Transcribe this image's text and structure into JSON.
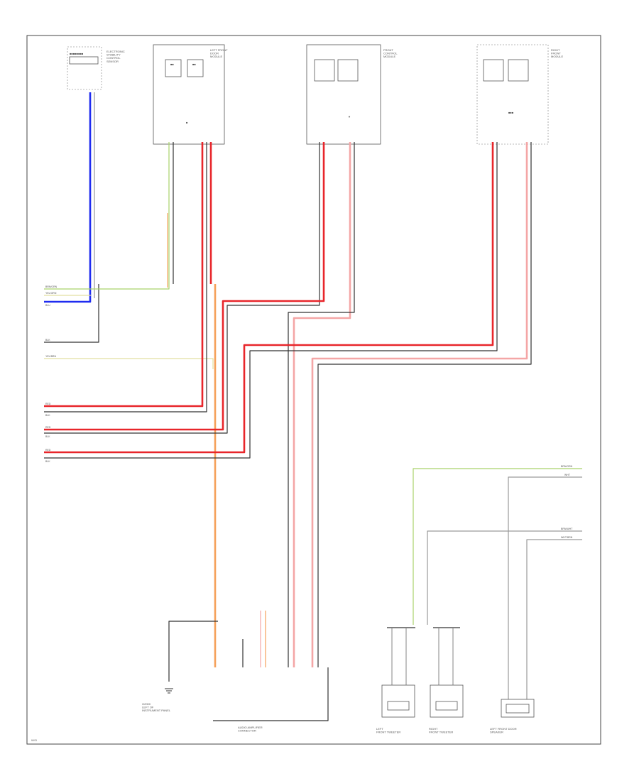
{
  "page_label": "W/O",
  "components": {
    "sensor": {
      "label": "ELECTRONIC\nSTABILITY\nCONTROL\nSENSOR"
    },
    "front_left_module": {
      "label": "LEFT FRONT\nDOOR\nMODULE"
    },
    "center_module": {
      "label": "FRONT\nCONTROL\nMODULE"
    },
    "right_module": {
      "label": "RIGHT\nFRONT\nMODULE"
    },
    "ground_point": {
      "label": "G2000\nLEFT OF\nINSTRUMENT PANEL"
    },
    "amplifier": {
      "label": "AUDIO AMPLIFIER\nCONNECTOR"
    },
    "left_speaker": {
      "label": "LEFT\nFRONT TWEETER"
    },
    "right_speaker": {
      "label": "RIGHT\nFRONT TWEETER"
    },
    "door_speaker": {
      "label": "LEFT FRONT DOOR\nSPEAKER"
    }
  },
  "left_terminals": [
    {
      "label": "BRN/GRN"
    },
    {
      "label": "YEL/GRN"
    },
    {
      "label": "BLU"
    },
    {
      "label": "BLK"
    },
    {
      "label": "YEL/BRN"
    },
    {
      "label": "RED"
    },
    {
      "label": "BLK"
    },
    {
      "label": "RED"
    },
    {
      "label": "BLK"
    },
    {
      "label": "RED"
    },
    {
      "label": "BLK"
    }
  ],
  "right_terminals": [
    {
      "label": "BRN/GRN"
    },
    {
      "label": "WHT"
    },
    {
      "label": "BRN/WHT"
    },
    {
      "label": "WHT/BRN"
    }
  ],
  "colors": {
    "red": "#e8262b",
    "pink": "#f4a6a6",
    "black": "#333333",
    "grey": "#9a9a9a",
    "blue": "#1f2cf0",
    "green": "#a9d26a",
    "orange": "#f5a15a",
    "yellow": "#e2dfa0"
  }
}
